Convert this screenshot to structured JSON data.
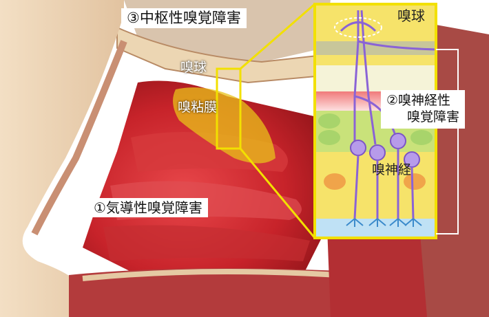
{
  "labels": {
    "central": "③中枢性嗅覚障害",
    "bulb": "嗅球",
    "mucosa": "嗅粘膜",
    "bulb_inset": "嗅球",
    "neural_line1": "②嗅神経性",
    "neural_line2": "嗅覚障害",
    "nerve": "嗅神経",
    "conductive": "①気導性嗅覚障害"
  },
  "colors": {
    "tissue": "#c7232a",
    "highlight": "#f2d200",
    "inset_bg": "#f6e36a",
    "nerve": "#8a63d6"
  }
}
